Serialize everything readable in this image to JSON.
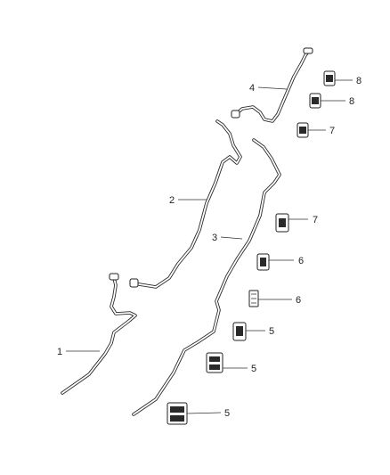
{
  "callouts": {
    "c1": "1",
    "c2": "2",
    "c3": "3",
    "c4": "4",
    "c5a": "5",
    "c5b": "5",
    "c5c": "5",
    "c6a": "6",
    "c6b": "6",
    "c7a": "7",
    "c7b": "7",
    "c8a": "8",
    "c8b": "8"
  },
  "colors": {
    "line": "#2a2a2a",
    "background": "#ffffff"
  }
}
